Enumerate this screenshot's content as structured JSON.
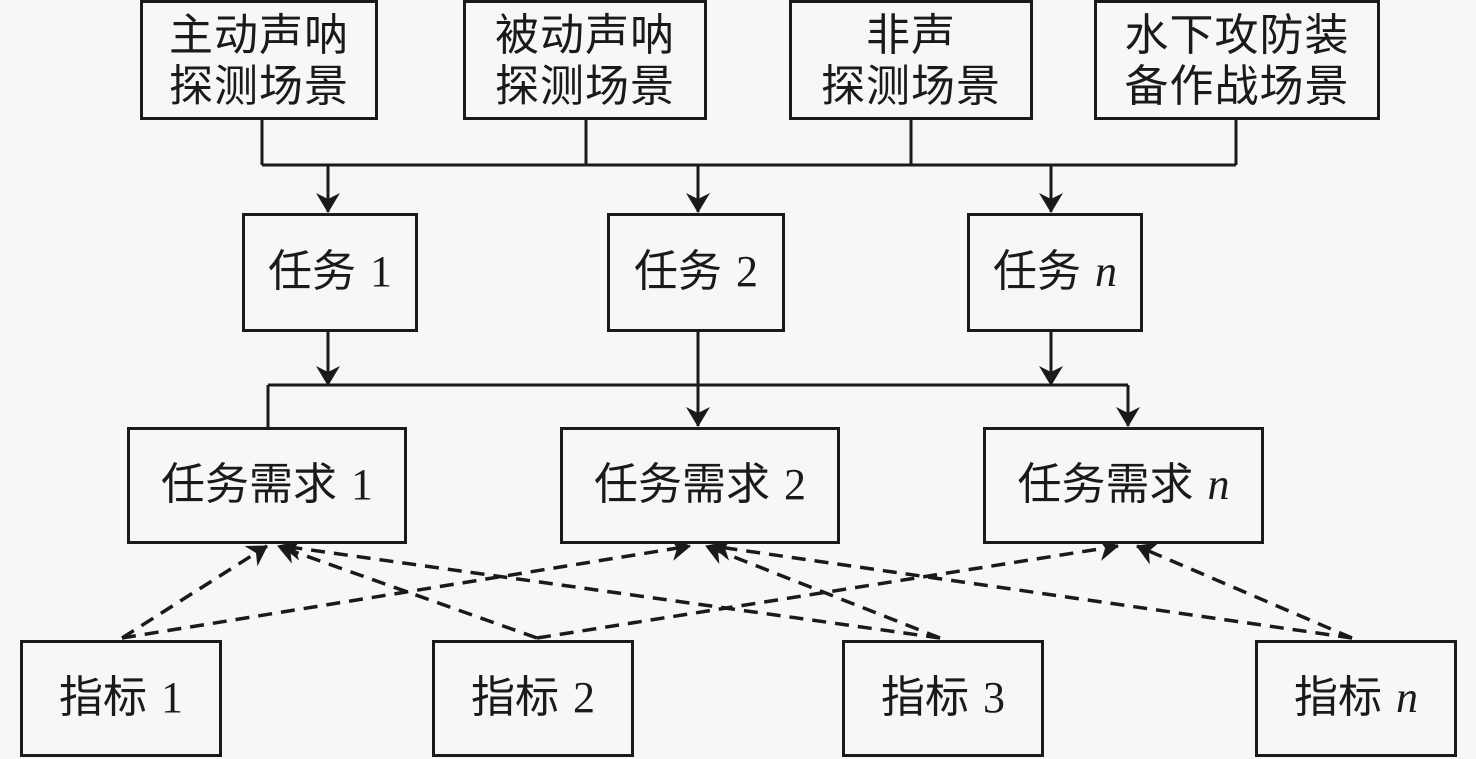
{
  "diagram": {
    "type": "flowchart",
    "line_color": "#1a1a1a",
    "background": "#f7f7f7",
    "scenarios": [
      {
        "id": "s1",
        "label": "主动声呐\n探测场景"
      },
      {
        "id": "s2",
        "label": "被动声呐\n探测场景"
      },
      {
        "id": "s3",
        "label": "非声\n探测场景"
      },
      {
        "id": "s4",
        "label": "水下攻防装\n备作战场景"
      }
    ],
    "tasks": [
      {
        "id": "t1",
        "prefix": "任务",
        "num": "1",
        "italic": false
      },
      {
        "id": "t2",
        "prefix": "任务",
        "num": "2",
        "italic": false
      },
      {
        "id": "tn",
        "prefix": "任务",
        "num": "n",
        "italic": true
      }
    ],
    "requirements": [
      {
        "id": "r1",
        "prefix": "任务需求",
        "num": "1",
        "italic": false
      },
      {
        "id": "r2",
        "prefix": "任务需求",
        "num": "2",
        "italic": false
      },
      {
        "id": "rn",
        "prefix": "任务需求",
        "num": "n",
        "italic": true
      }
    ],
    "indicators": [
      {
        "id": "i1",
        "prefix": "指标",
        "num": "1",
        "italic": false
      },
      {
        "id": "i2",
        "prefix": "指标",
        "num": "2",
        "italic": false
      },
      {
        "id": "i3",
        "prefix": "指标",
        "num": "3",
        "italic": false
      },
      {
        "id": "in",
        "prefix": "指标",
        "num": "n",
        "italic": true
      }
    ],
    "solid_edges": [
      {
        "from": [
          "s1",
          "s2",
          "s3",
          "s4"
        ],
        "to": [
          "t1",
          "t2",
          "tn"
        ],
        "style": "solid",
        "kind": "bus"
      },
      {
        "from": [
          "t1",
          "t2",
          "tn"
        ],
        "to": [
          "r1",
          "r2",
          "rn"
        ],
        "style": "solid",
        "kind": "bus"
      }
    ],
    "dashed_edges": [
      {
        "from": "i1",
        "to": "r1",
        "style": "dashed"
      },
      {
        "from": "i1",
        "to": "r2",
        "style": "dashed"
      },
      {
        "from": "i2",
        "to": "r1",
        "style": "dashed"
      },
      {
        "from": "i2",
        "to": "rn",
        "style": "dashed"
      },
      {
        "from": "i3",
        "to": "r1",
        "style": "dashed"
      },
      {
        "from": "i3",
        "to": "r2",
        "style": "dashed"
      },
      {
        "from": "in",
        "to": "r2",
        "style": "dashed"
      },
      {
        "from": "in",
        "to": "rn",
        "style": "dashed"
      }
    ]
  }
}
